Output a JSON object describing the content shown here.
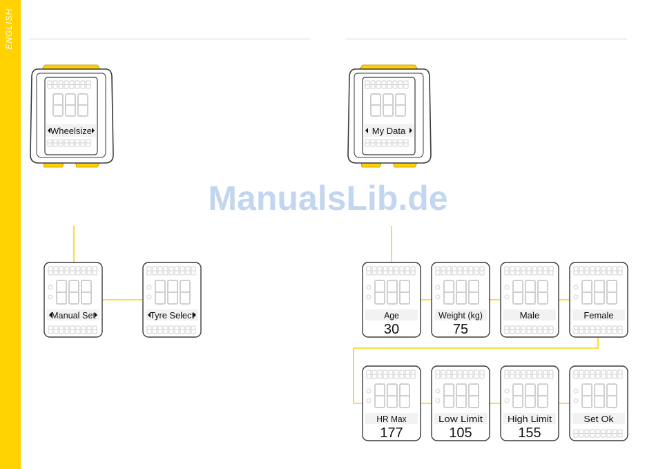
{
  "sidebar": {
    "label": "ENGLISH"
  },
  "watermark": "ManualsLib.de",
  "colors": {
    "accent": "#FFD200",
    "rule": "#d6d6d6",
    "lcd_outline": "#3a3a3a",
    "lcd_faint": "#cfcfcf"
  },
  "devices": [
    {
      "label": "Wheelsize",
      "arrows": true
    },
    {
      "label": "My Data",
      "arrows": true
    }
  ],
  "wheel_menu": [
    {
      "label": "Manual Set",
      "arrows": true,
      "value": ""
    },
    {
      "label": "Tyre Select",
      "arrows": true,
      "value": ""
    }
  ],
  "mydata_row1": [
    {
      "label": "Age",
      "value": "30"
    },
    {
      "label": "Weight (kg)",
      "value": "75"
    },
    {
      "label": "Male",
      "value": ""
    },
    {
      "label": "Female",
      "value": ""
    }
  ],
  "mydata_row2": [
    {
      "label": "HR Max",
      "value": "177"
    },
    {
      "label": "Low Limit",
      "value": "105"
    },
    {
      "label": "High Limit",
      "value": "155"
    },
    {
      "label": "Set Ok",
      "value": ""
    }
  ]
}
